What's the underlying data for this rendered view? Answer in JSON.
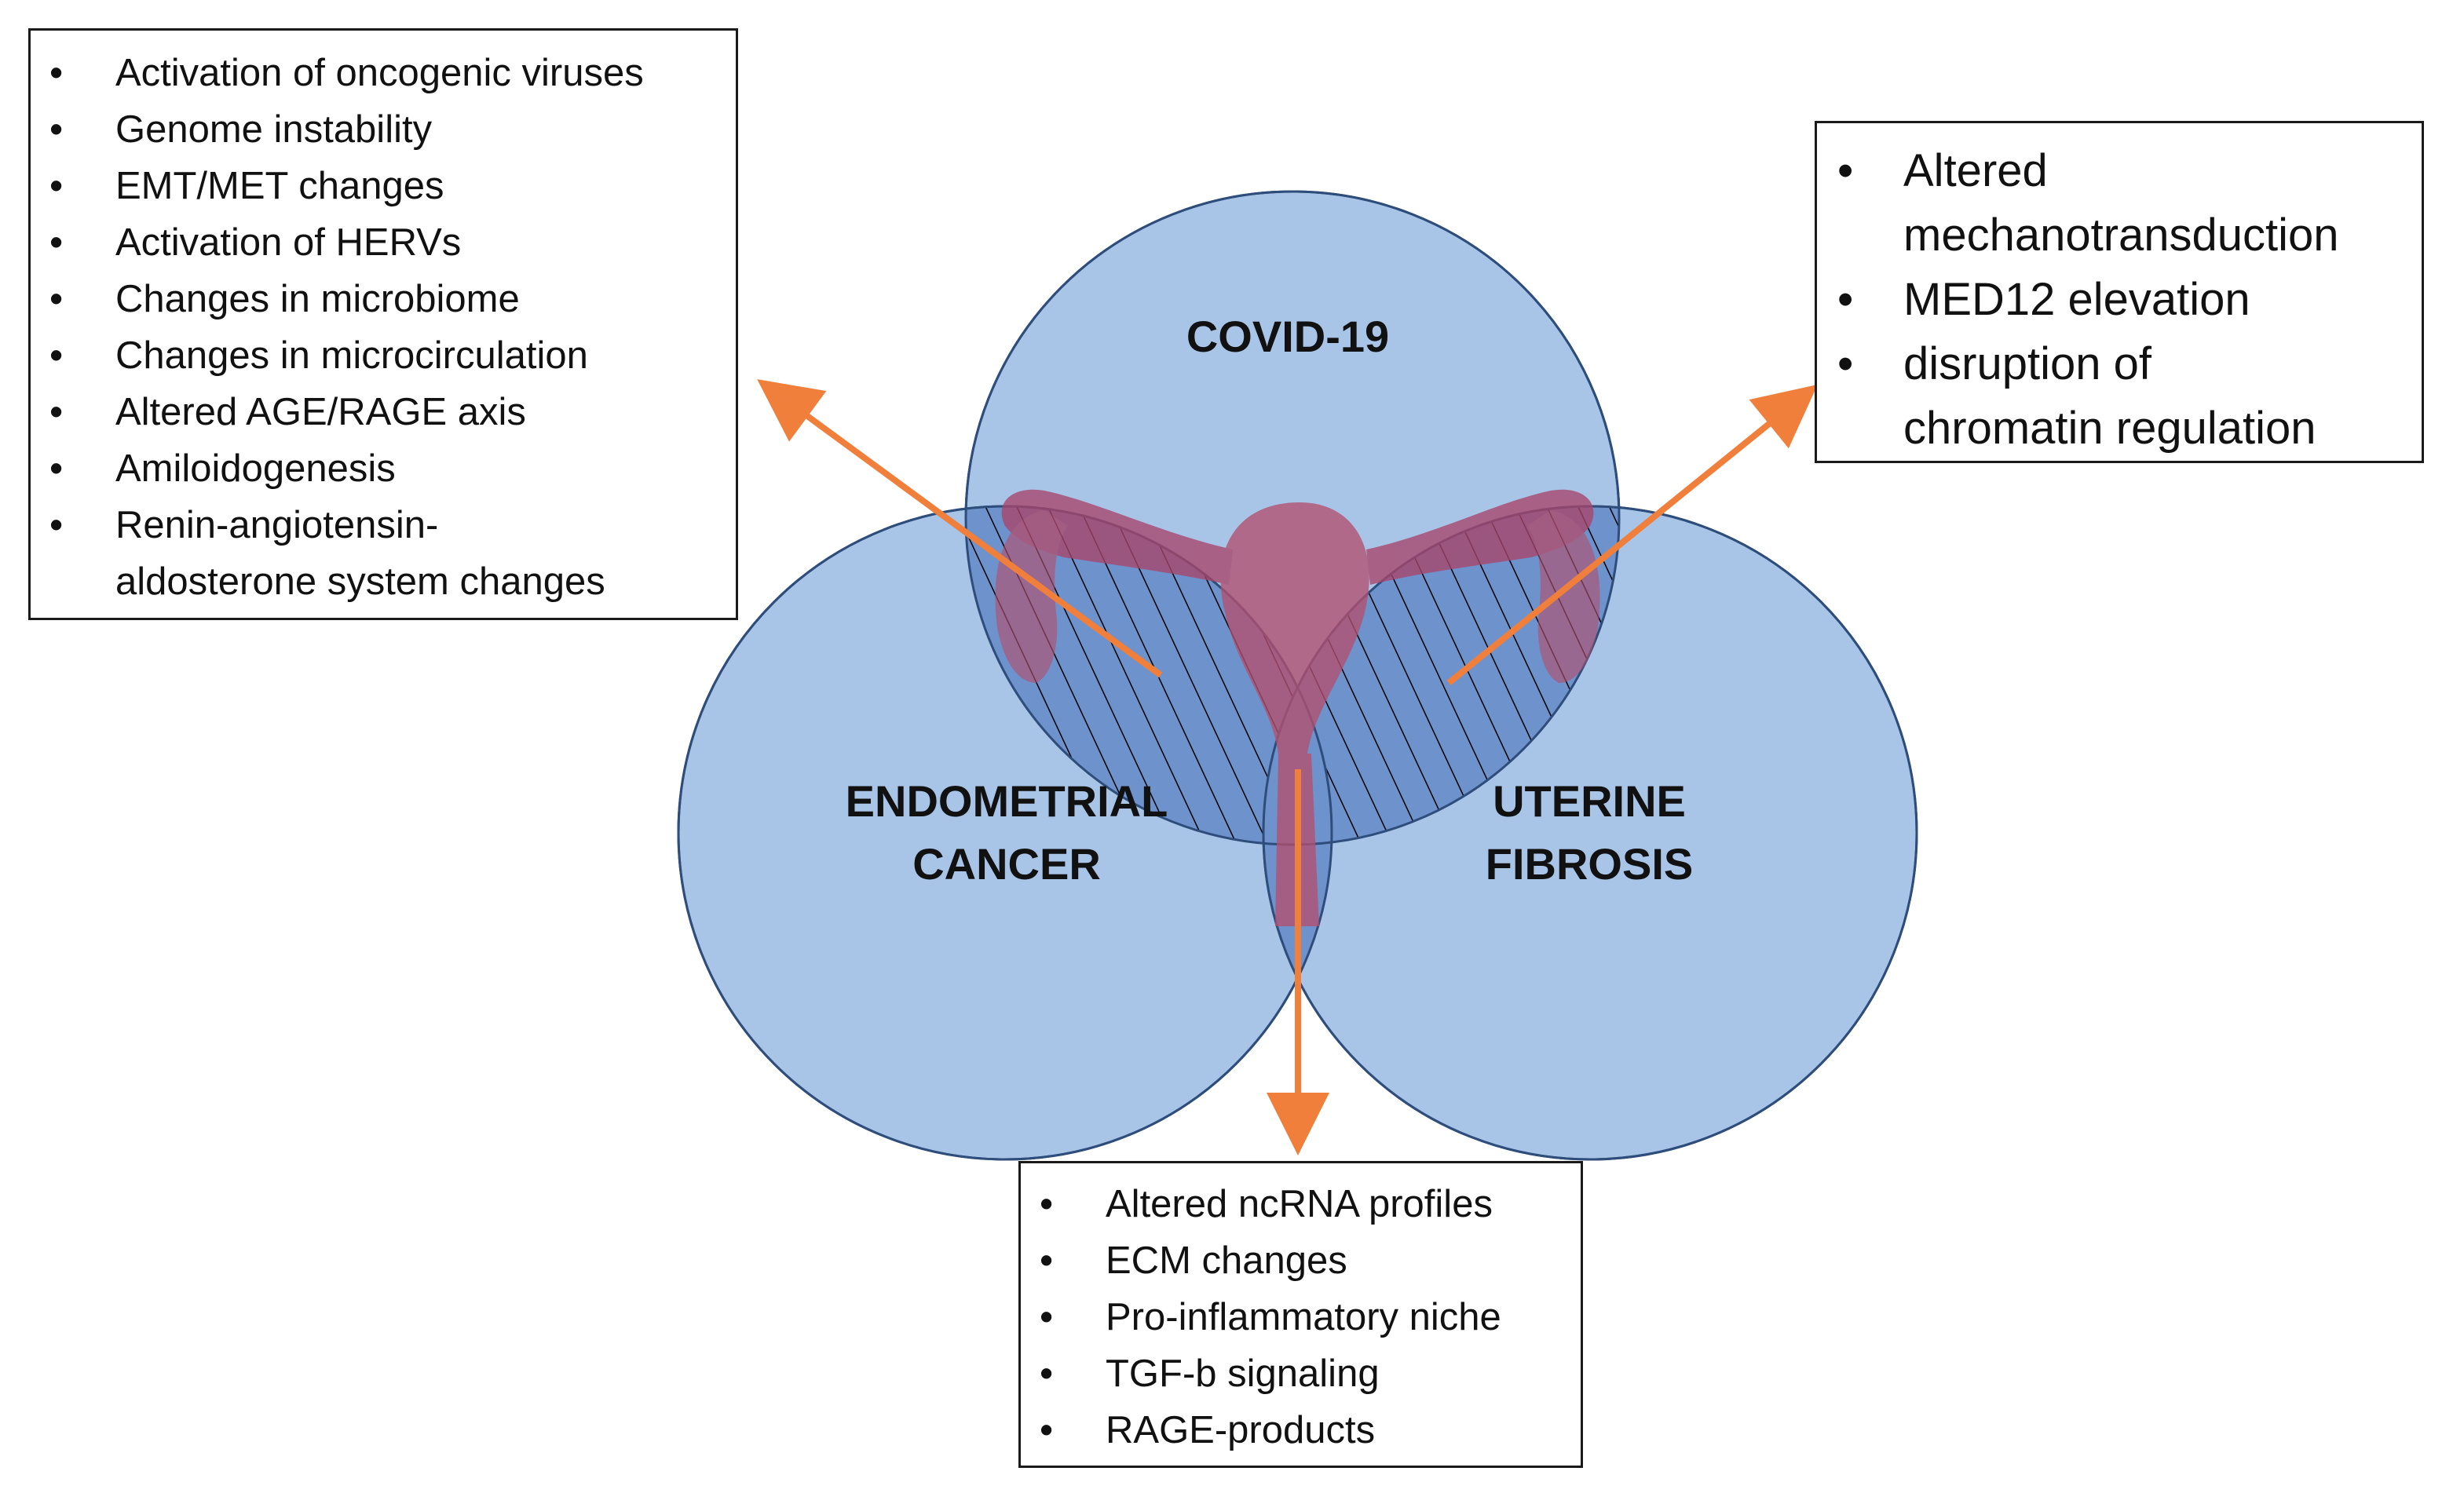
{
  "circles": {
    "top": "COVID-19",
    "left_line1": "ENDOMETRIAL",
    "left_line2": "CANCER",
    "right_line1": "UTERINE",
    "right_line2": "FIBROSIS"
  },
  "box_top_left": {
    "items": [
      "Activation of oncogenic viruses",
      "Genome instability",
      "EMT/MET changes",
      "Activation of HERVs",
      "Changes in microbiome",
      "Changes in microcirculation",
      "Altered AGE/RAGE axis",
      "Amiloidogenesis",
      "Renin-angiotensin-aldosterone system changes"
    ]
  },
  "box_top_right": {
    "items": [
      "Altered mechanotransduction",
      "MED12 elevation",
      "disruption of chromatin regulation"
    ]
  },
  "box_bottom": {
    "items": [
      "Altered ncRNA profiles",
      "ECM changes",
      "Pro-inflammatory niche",
      "TGF-b signaling",
      "RAGE-products"
    ]
  },
  "colors": {
    "circle_fill": "#a8c4e6",
    "circle_stroke": "#2e4d7b",
    "overlap_fill": "#6d92cc",
    "arrow": "#f07f3c",
    "uterus": "#b3506e",
    "hatch": "#000000"
  },
  "icons": {
    "center_illustration": "uterus-icon"
  }
}
